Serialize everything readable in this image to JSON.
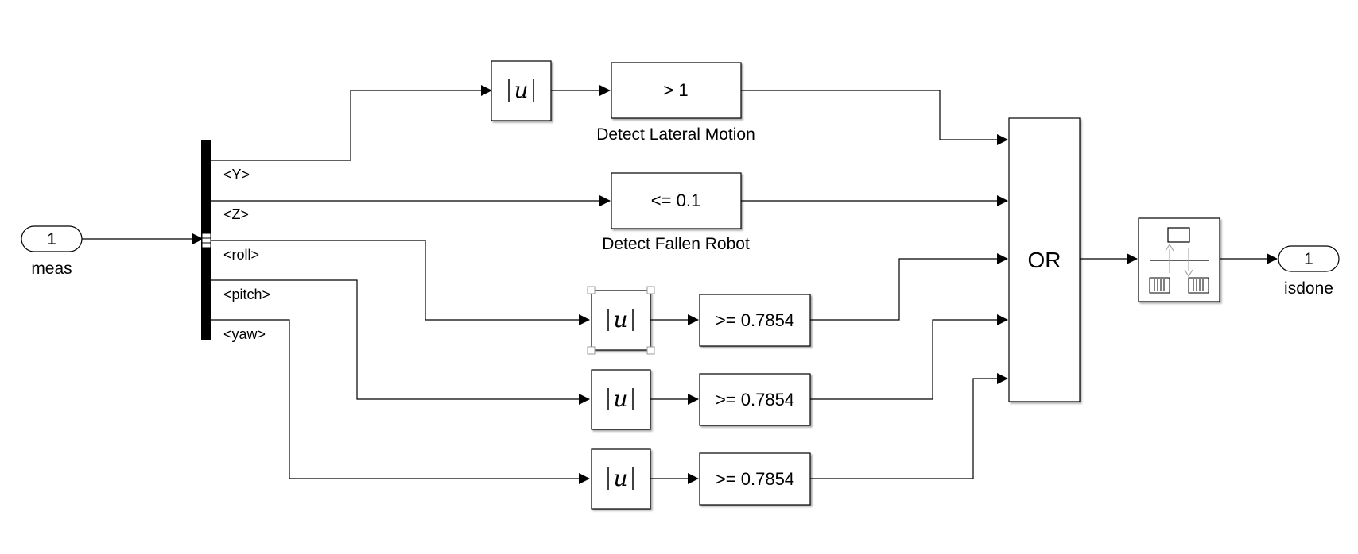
{
  "blocks": {
    "inport": {
      "number": "1",
      "name": "meas"
    },
    "outport": {
      "number": "1",
      "name": "isdone"
    },
    "bus_selector": {
      "signals": [
        "<Y>",
        "<Z>",
        "<roll>",
        "<pitch>",
        "<yaw>"
      ]
    },
    "abs_label": "u",
    "compare_lateral": {
      "text": "> 1",
      "name": "Detect Lateral Motion"
    },
    "compare_fallen": {
      "text": "<= 0.1",
      "name": "Detect Fallen Robot"
    },
    "compare_roll": {
      "text": ">= 0.7854"
    },
    "compare_pitch": {
      "text": ">= 0.7854"
    },
    "compare_yaw": {
      "text": ">= 0.7854"
    },
    "or_block": {
      "text": "OR"
    },
    "stop_block": {
      "icon": "stop-simulation-icon"
    }
  },
  "colors": {
    "line": "#000000",
    "block_fill": "#ffffff",
    "bus_bar": "#000000",
    "selection_handle": "#999999",
    "icon_gray": "#aaaaaa"
  }
}
